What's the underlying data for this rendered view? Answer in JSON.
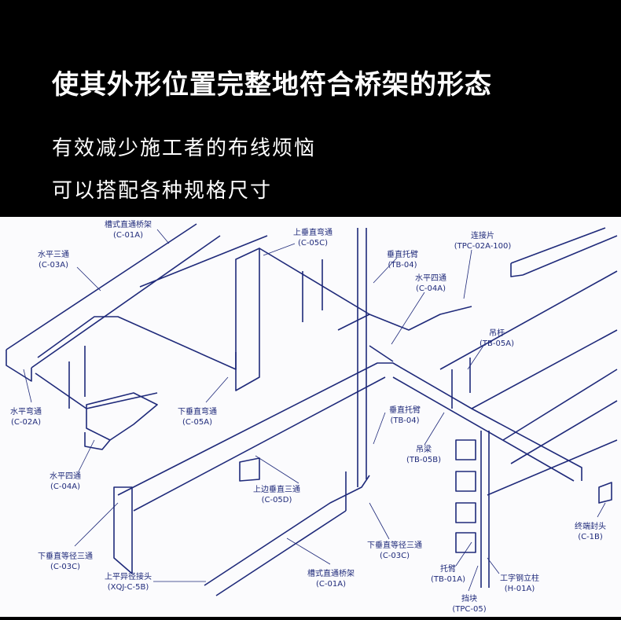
{
  "header": {
    "title": "使其外形位置完整地符合桥架的形态",
    "subtitle_1": "有效减少施工者的布线烦恼",
    "subtitle_2": "可以搭配各种规格尺寸"
  },
  "colors": {
    "line": "#1f2a7a",
    "background": "#000000",
    "diagram_bg": "#fbfbfd"
  },
  "labels": [
    {
      "name": "槽式直通桥架",
      "code": "(C-01A)"
    },
    {
      "name": "水平三通",
      "code": "(C-03A)"
    },
    {
      "name": "上垂直弯通",
      "code": "(C-05C)"
    },
    {
      "name": "垂直托臂",
      "code": "(TB-04)"
    },
    {
      "name": "连接片",
      "code": "(TPC-02A-100)"
    },
    {
      "name": "水平四通",
      "code": "(C-04A)"
    },
    {
      "name": "吊杆",
      "code": "(TB-05A)"
    },
    {
      "name": "水平弯通",
      "code": "(C-02A)"
    },
    {
      "name": "下垂直弯通",
      "code": "(C-05A)"
    },
    {
      "name": "垂直托臂",
      "code": "(TB-04)"
    },
    {
      "name": "吊梁",
      "code": "(TB-05B)"
    },
    {
      "name": "水平四通",
      "code": "(C-04A)"
    },
    {
      "name": "上边垂直三通",
      "code": "(C-05D)"
    },
    {
      "name": "下垂直等径三通",
      "code": "(C-03C)"
    },
    {
      "name": "下垂直等径三通",
      "code": "(C-03C)"
    },
    {
      "name": "终端封头",
      "code": "(C-1B)"
    },
    {
      "name": "上平异径接头",
      "code": "(XQJ-C-5B)"
    },
    {
      "name": "槽式直通桥架",
      "code": "(C-01A)"
    },
    {
      "name": "托臂",
      "code": "(TB-01A)"
    },
    {
      "name": "工字钢立柱",
      "code": "(H-01A)"
    },
    {
      "name": "挡块",
      "code": "(TPC-05)"
    }
  ]
}
